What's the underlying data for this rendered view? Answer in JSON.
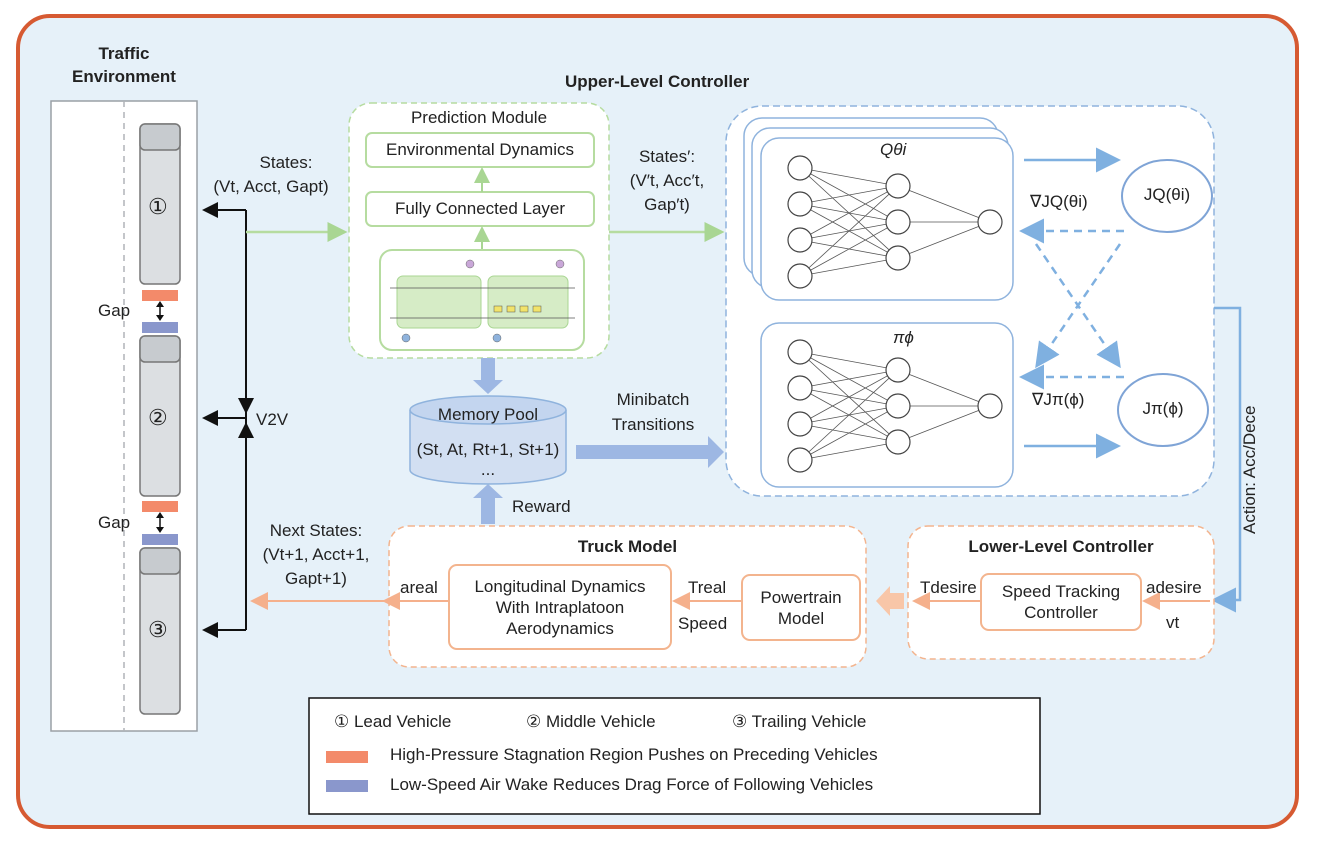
{
  "traffic_environment": {
    "title_line1": "Traffic",
    "title_line2": "Environment",
    "vehicles": [
      "①",
      "②",
      "③"
    ],
    "gap_label": "Gap",
    "v2v_label": "V2V"
  },
  "states": {
    "title": "States:",
    "values": "(Vt, Acct, Gapt)"
  },
  "upper_controller": {
    "title": "Upper-Level Controller",
    "prediction_module": {
      "title": "Prediction Module",
      "env_dynamics": "Environmental Dynamics",
      "fc_layer": "Fully Connected Layer"
    },
    "states_prime": {
      "title": "States′:",
      "line1": "(V′t, Acc′t,",
      "line2": "Gap′t)"
    },
    "q_network": "Qθi",
    "pi_network": "πϕ",
    "jq": "JQ(θi)",
    "jpi": "Jπ(ϕ)",
    "grad_jq": "∇JQ(θi)",
    "grad_jpi": "∇Jπ(ϕ)",
    "memory_pool": {
      "title": "Memory Pool",
      "values": "(St, At, Rt+1, St+1)",
      "ellipsis": "..."
    },
    "minibatch_line1": "Minibatch",
    "minibatch_line2": "Transitions",
    "reward": "Reward"
  },
  "action_label": "Action: Acc/Dece",
  "next_states": {
    "title": "Next States:",
    "line1": "(Vt+1, Acct+1,",
    "line2": "Gapt+1)"
  },
  "truck_model": {
    "title": "Truck Model",
    "longitudinal_line1": "Longitudinal Dynamics",
    "longitudinal_line2": "With Intraplatoon",
    "longitudinal_line3": "Aerodynamics",
    "powertrain_line1": "Powertrain",
    "powertrain_line2": "Model",
    "a_real": "areal",
    "t_real": "Treal",
    "speed": "Speed"
  },
  "lower_controller": {
    "title": "Lower-Level Controller",
    "speed_tracking_line1": "Speed Tracking",
    "speed_tracking_line2": "Controller",
    "t_desire": "Tdesire",
    "a_desire": "adesire",
    "v_t": "vt"
  },
  "legend": {
    "item1": "① Lead Vehicle",
    "item2": "② Middle Vehicle",
    "item3": "③ Trailing Vehicle",
    "orange_text": "High-Pressure Stagnation Region Pushes on Preceding Vehicles",
    "blue_text": "Low-Speed Air Wake Reduces Drag Force of Following Vehicles"
  },
  "colors": {
    "frame_border": "#d65a32",
    "frame_bg": "#e6f1f9",
    "green_border": "#b6dca0",
    "blue_border": "#7fa4d6",
    "orange_border": "#f3b48e",
    "orange_swatch": "#f38a6a",
    "blue_swatch": "#8a97cc"
  }
}
